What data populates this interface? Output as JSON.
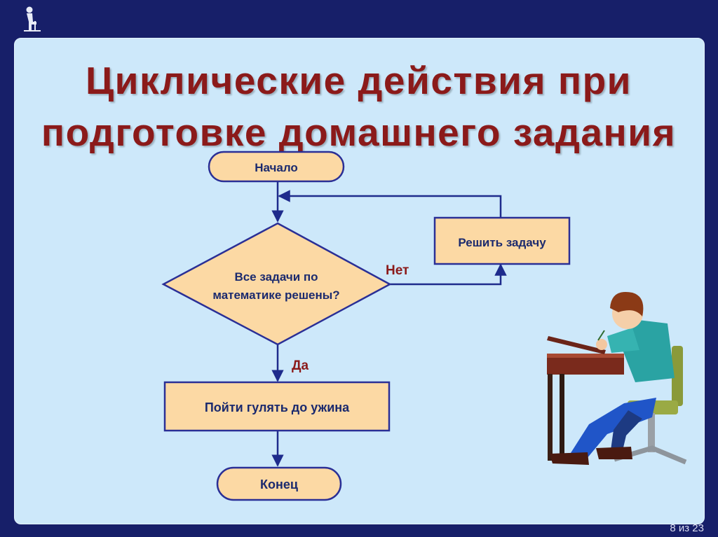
{
  "slide": {
    "title_line1": "Циклические действия при",
    "title_line2": "подготовке домашнего задания",
    "page_number": "8 из 23",
    "icons": {
      "corner": "sitting-person-icon",
      "illustration": "student-at-desk-icon"
    }
  },
  "flowchart": {
    "start": "Начало",
    "condition_line1": "Все задачи по",
    "condition_line2": "математике решены?",
    "no_label": "Нет",
    "yes_label": "Да",
    "loop_action": "Решить задачу",
    "exit_action": "Пойти гулять до ужина",
    "end": "Конец"
  },
  "colors": {
    "background": "#171f69",
    "panel": "#cde8fa",
    "title": "#8b1a1a",
    "node_fill": "#fcd9a4",
    "node_stroke": "#2a2f96",
    "connector": "#1e2b8c"
  }
}
